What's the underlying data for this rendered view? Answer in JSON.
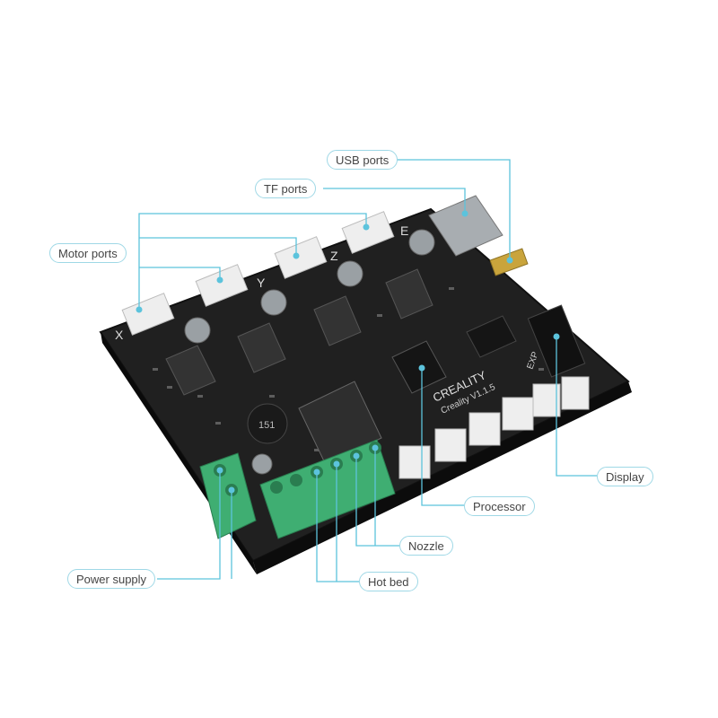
{
  "labels": {
    "usb": "USB ports",
    "tf": "TF ports",
    "motor": "Motor ports",
    "display": "Display",
    "processor": "Processor",
    "nozzle": "Nozzle",
    "power": "Power supply",
    "hotbed": "Hot bed"
  },
  "board": {
    "brand": "CREALITY",
    "model": "Creality V1.1.5",
    "axis_x": "X",
    "axis_y": "Y",
    "axis_z": "Z",
    "axis_e": "E",
    "inductor": "151",
    "exp": "EXP"
  },
  "colors": {
    "board": "#1d1d1d",
    "callout_line": "#5cc3dc",
    "terminal": "#3fae72",
    "connector": "#eeeeee",
    "heatsink": "#2a2a2a",
    "usb": "#c9a43c"
  }
}
